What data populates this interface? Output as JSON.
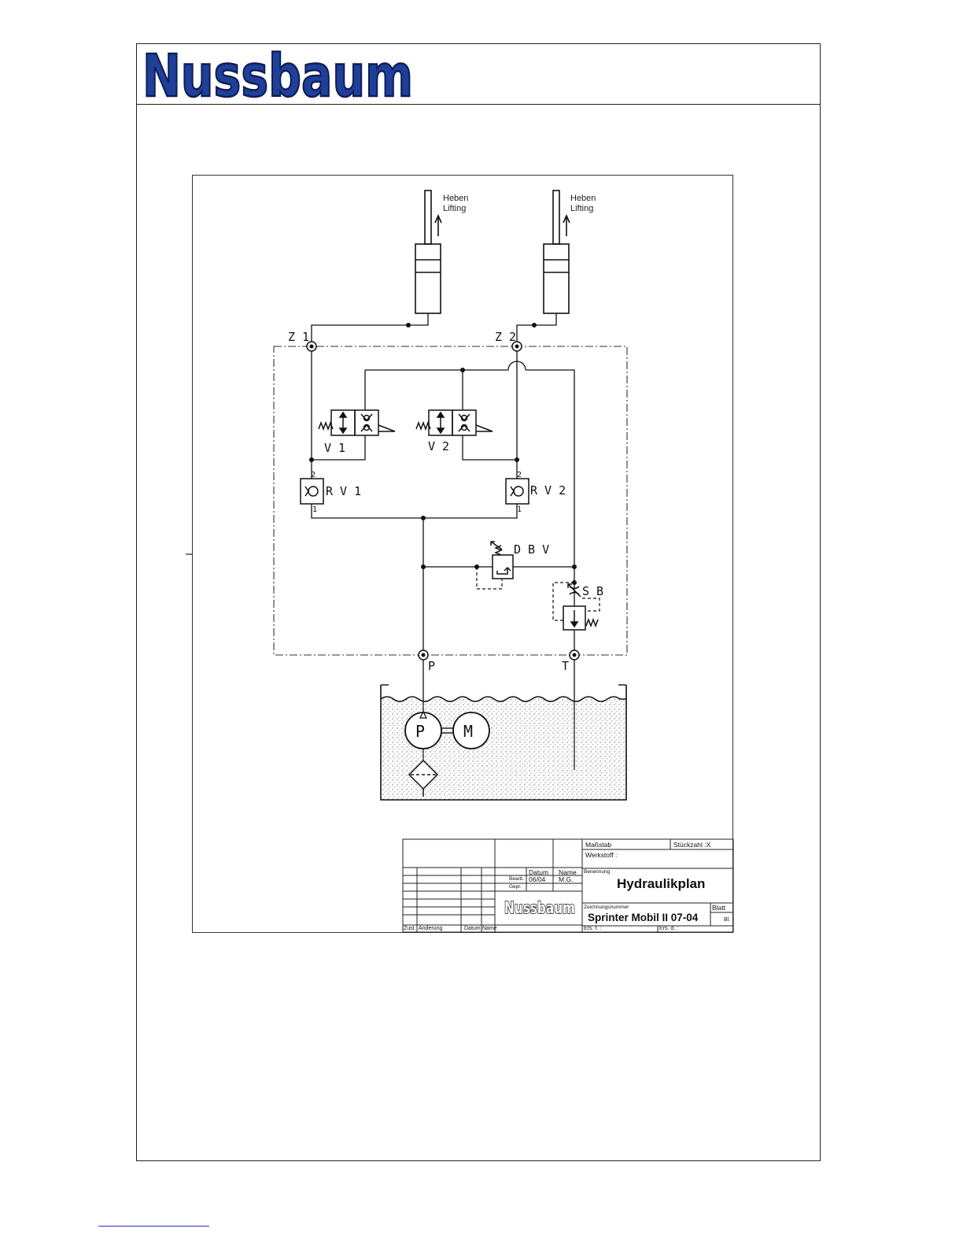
{
  "brand": {
    "name": "Nussbaum",
    "logo_fill": "#1f3f99",
    "logo_outline": "#0e1e55"
  },
  "diagram": {
    "cylinders": [
      {
        "heben": "Heben",
        "lifting": "Lifting"
      },
      {
        "heben": "Heben",
        "lifting": "Lifting"
      }
    ],
    "ports": {
      "z1": "Z 1",
      "z2": "Z 2",
      "p": "P",
      "t": "T"
    },
    "valves": {
      "v1": "V 1",
      "v2": "V 2",
      "rv1": "R V 1",
      "rv2": "R V 2",
      "dbv": "D B V",
      "sb": "S B"
    },
    "port_numbers": {
      "two": "2",
      "one": "1"
    },
    "pump": "P",
    "motor": "M"
  },
  "title_block": {
    "massstab": "Maßstab",
    "stueckzahl": "Stückzahl :X",
    "werkstoff": "Werkstoff :",
    "datum": "Datum",
    "name": "Name",
    "bearb": "Bearb.",
    "bearb_datum": "06/04",
    "bearb_name": "M.G.",
    "gepr": "Gepr.",
    "benennung": "Benennung",
    "title": "Hydraulikplan",
    "zeichnungsnummer": "Zeichnungsnummer",
    "drawing_number": "Sprinter Mobil II 07-04",
    "blatt": "Blatt",
    "bl": "Bl.",
    "ers_f": "Ers. f. :",
    "ers_d": "Ers. d. :",
    "zust": "Zust.",
    "aenderung": "Änderung",
    "datum_col": "Datum",
    "name_col": "Name"
  }
}
